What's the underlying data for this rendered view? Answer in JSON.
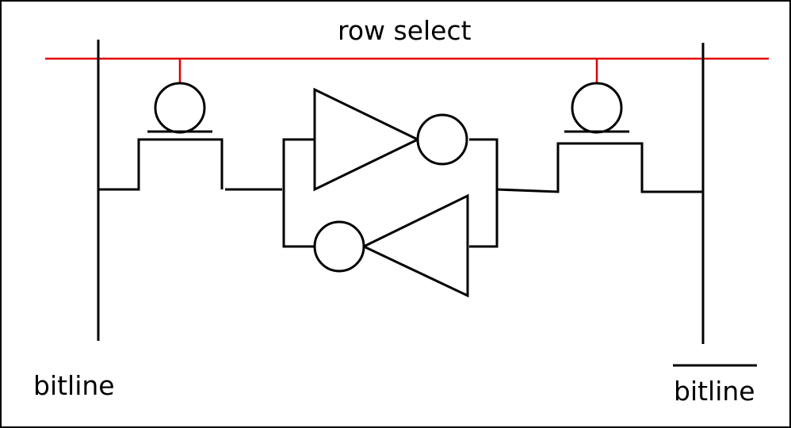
{
  "labels": {
    "row_select": "row select",
    "bitline": "bitline",
    "bitline_bar": "bitline"
  },
  "colors": {
    "wire": "#000000",
    "row_select": "#e00000",
    "background": "#ffffff"
  }
}
